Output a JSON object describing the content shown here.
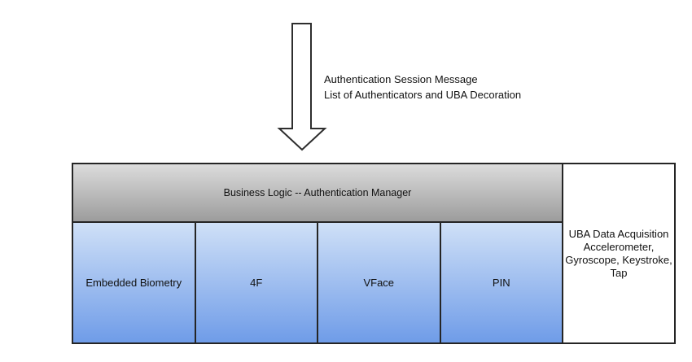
{
  "arrow": {
    "icon": "down-arrow-outline",
    "label_line1": "Authentication Session Message",
    "label_line2": "List of Authenticators and UBA Decoration"
  },
  "diagram": {
    "manager_box": {
      "label": "Business Logic -- Authentication Manager"
    },
    "authenticators": [
      {
        "label": "Embedded Biometry"
      },
      {
        "label": "4F"
      },
      {
        "label": "VFace"
      },
      {
        "label": "PIN"
      }
    ],
    "uba_box": {
      "lines": [
        "UBA Data Acquisition",
        "Accelerometer,",
        "Gyroscope, Keystroke,",
        "Tap"
      ]
    }
  },
  "colors": {
    "border": "#252525",
    "gray-top": "#dcdcdc",
    "gray-bottom": "#9c9c9c",
    "blue-top": "#cfe0f7",
    "blue-bottom": "#6f9ce8",
    "text": "#111111",
    "bg": "#ffffff"
  }
}
